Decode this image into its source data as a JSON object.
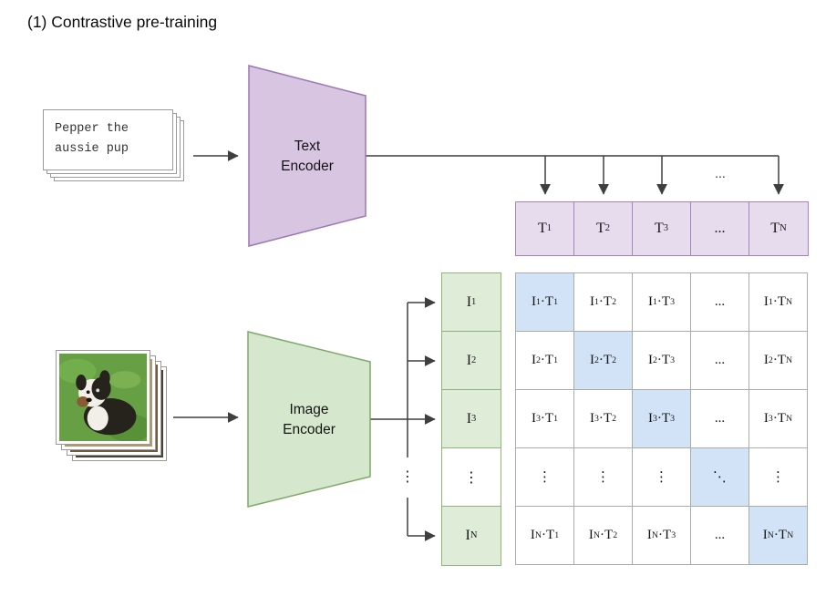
{
  "title": "(1) Contrastive pre-training",
  "text_input": {
    "line1": "Pepper the",
    "line2": "aussie pup"
  },
  "encoders": {
    "text_label": "Text Encoder",
    "image_label": "Image Encoder"
  },
  "ellipsis_top": "...",
  "branch_dots": "⋮",
  "t_row": {
    "labels": [
      "T_1",
      "T_2",
      "T_3",
      "...",
      "T_N"
    ]
  },
  "i_col": {
    "labels": [
      "I_1",
      "I_2",
      "I_3",
      "⋮",
      "I_N"
    ]
  },
  "matrix": {
    "cells": [
      [
        "I_1·T_1",
        "I_1·T_2",
        "I_1·T_3",
        "...",
        "I_1·T_N"
      ],
      [
        "I_2·T_1",
        "I_2·T_2",
        "I_2·T_3",
        "...",
        "I_2·T_N"
      ],
      [
        "I_3·T_1",
        "I_3·T_2",
        "I_3·T_3",
        "...",
        "I_3·T_N"
      ],
      [
        "⋮",
        "⋮",
        "⋮",
        "⋱",
        "⋮"
      ],
      [
        "I_N·T_1",
        "I_N·T_2",
        "I_N·T_3",
        "...",
        "I_N·T_N"
      ]
    ],
    "diagonal_highlighted": true
  },
  "colors": {
    "purple_fill": "#d8c5e2",
    "purple_stroke": "#9b77b4",
    "purple_cell_fill": "#e7dbee",
    "purple_cell_stroke": "#a683be",
    "green_fill": "#d5e8cd",
    "green_stroke": "#7fa86b",
    "green_cell_fill": "#dfecd8",
    "green_cell_stroke": "#8fb57a",
    "highlight_blue": "#d2e3f7",
    "grid_line": "#ababab",
    "arrow": "#3f3f3f",
    "card_border": "#9a9a9a"
  }
}
